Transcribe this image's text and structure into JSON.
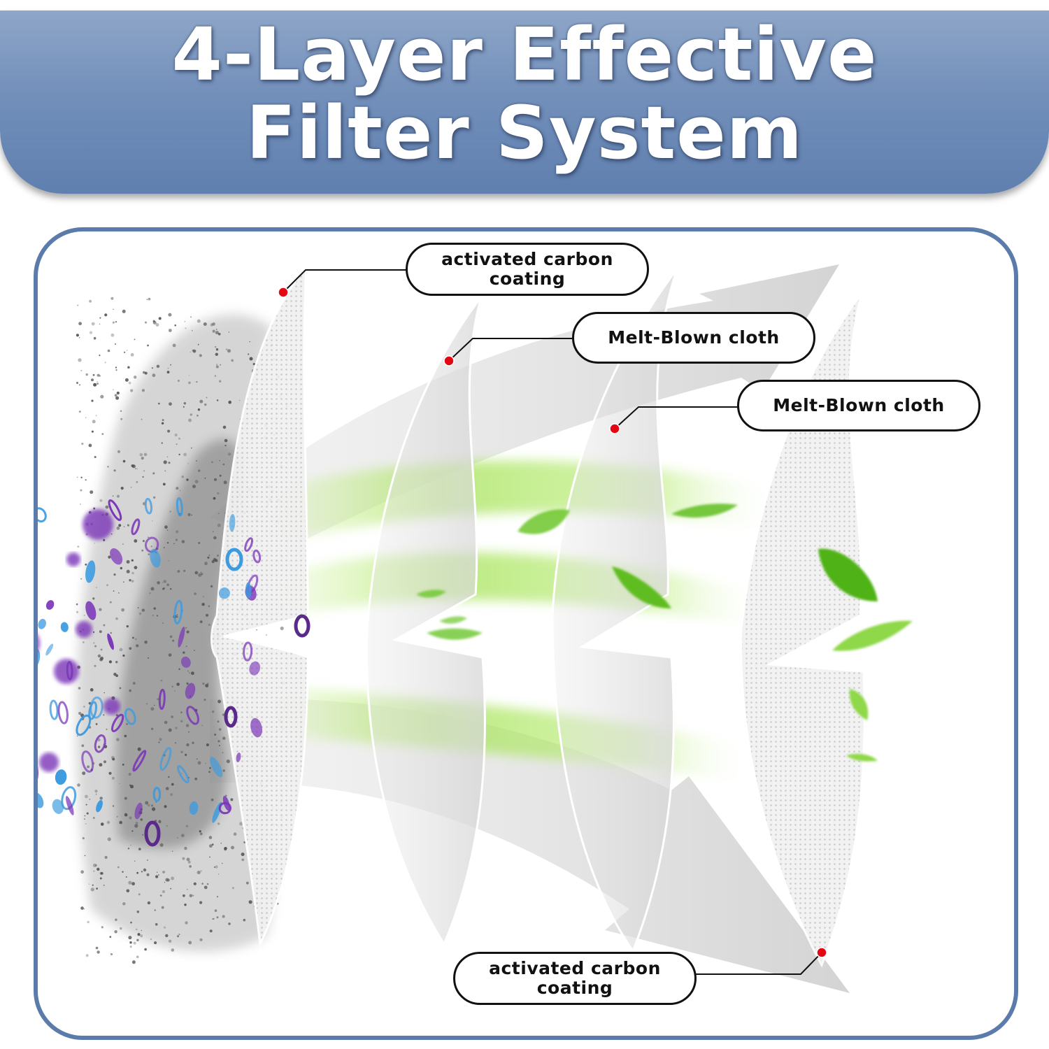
{
  "header": {
    "title_line1": "4-Layer Effective",
    "title_line2": "Filter System"
  },
  "layers": [
    {
      "label": "activated carbon coating"
    },
    {
      "label": "Melt-Blown cloth"
    },
    {
      "label": "Melt-Blown cloth"
    },
    {
      "label": "activated carbon coating"
    }
  ],
  "colors": {
    "banner": "#7390bb",
    "panel_border": "#5b7bab",
    "callout_dot": "#e30613",
    "airflow_green": "#9fe04a",
    "particle_purple": "#7a35b8",
    "particle_blue": "#3d9be0"
  }
}
